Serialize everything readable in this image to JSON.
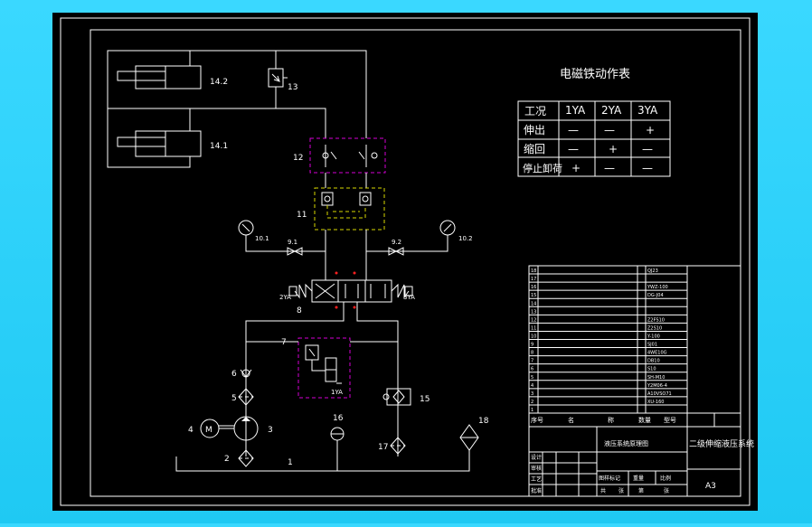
{
  "labels": {
    "c14_2": "14.2",
    "c14_1": "14.1",
    "v13": "13",
    "v12": "12",
    "v11": "11",
    "g10_1": "10.1",
    "g10_2": "10.2",
    "v9_1": "9.1",
    "v9_2": "9.2",
    "sol2": "2YA",
    "sol3": "3YA",
    "v8": "8",
    "v7": "7",
    "sol1": "1YA",
    "c6": "6",
    "c5": "5",
    "motor_no": "4",
    "motor_letter": "M",
    "pump_no": "3",
    "filter_no": "2",
    "tank_no": "1",
    "c16": "16",
    "c15": "15",
    "c17": "17",
    "c18": "18"
  },
  "solenoid_table": {
    "title": "电磁铁动作表",
    "headers": [
      "工况",
      "1YA",
      "2YA",
      "3YA"
    ],
    "rows": [
      [
        "伸出",
        "—",
        "—",
        "+"
      ],
      [
        "缩回",
        "—",
        "+",
        "—"
      ],
      [
        "停止卸荷",
        "+",
        "—",
        "—"
      ]
    ]
  },
  "title_block": {
    "row_nos": [
      "18",
      "17",
      "16",
      "15",
      "14",
      "13",
      "12",
      "11",
      "10",
      "9",
      "8",
      "7",
      "6",
      "5",
      "4",
      "3",
      "2",
      "1"
    ],
    "specs": [
      "QJ23",
      "",
      "YWZ-100",
      "DG-J04",
      "",
      "",
      "Z2FS10",
      "Z2S10",
      "Y-100",
      "SJ01",
      "4WE10G",
      "DB10",
      "S10",
      "SH-M10",
      "Y2M06-4",
      "A10VSO71",
      "XU-160",
      ""
    ],
    "header_cells": [
      "序号",
      "名",
      "称",
      "数量",
      "型号"
    ],
    "drawing_name": "液压系统原理图",
    "system_name": "二级伸缩液压系统",
    "sheet_size": "A3",
    "sign_labels": [
      "设计",
      "审核",
      "工艺",
      "批准"
    ],
    "misc": [
      "图样标记",
      "重量",
      "比例",
      "共",
      "张",
      "第",
      "张"
    ]
  }
}
